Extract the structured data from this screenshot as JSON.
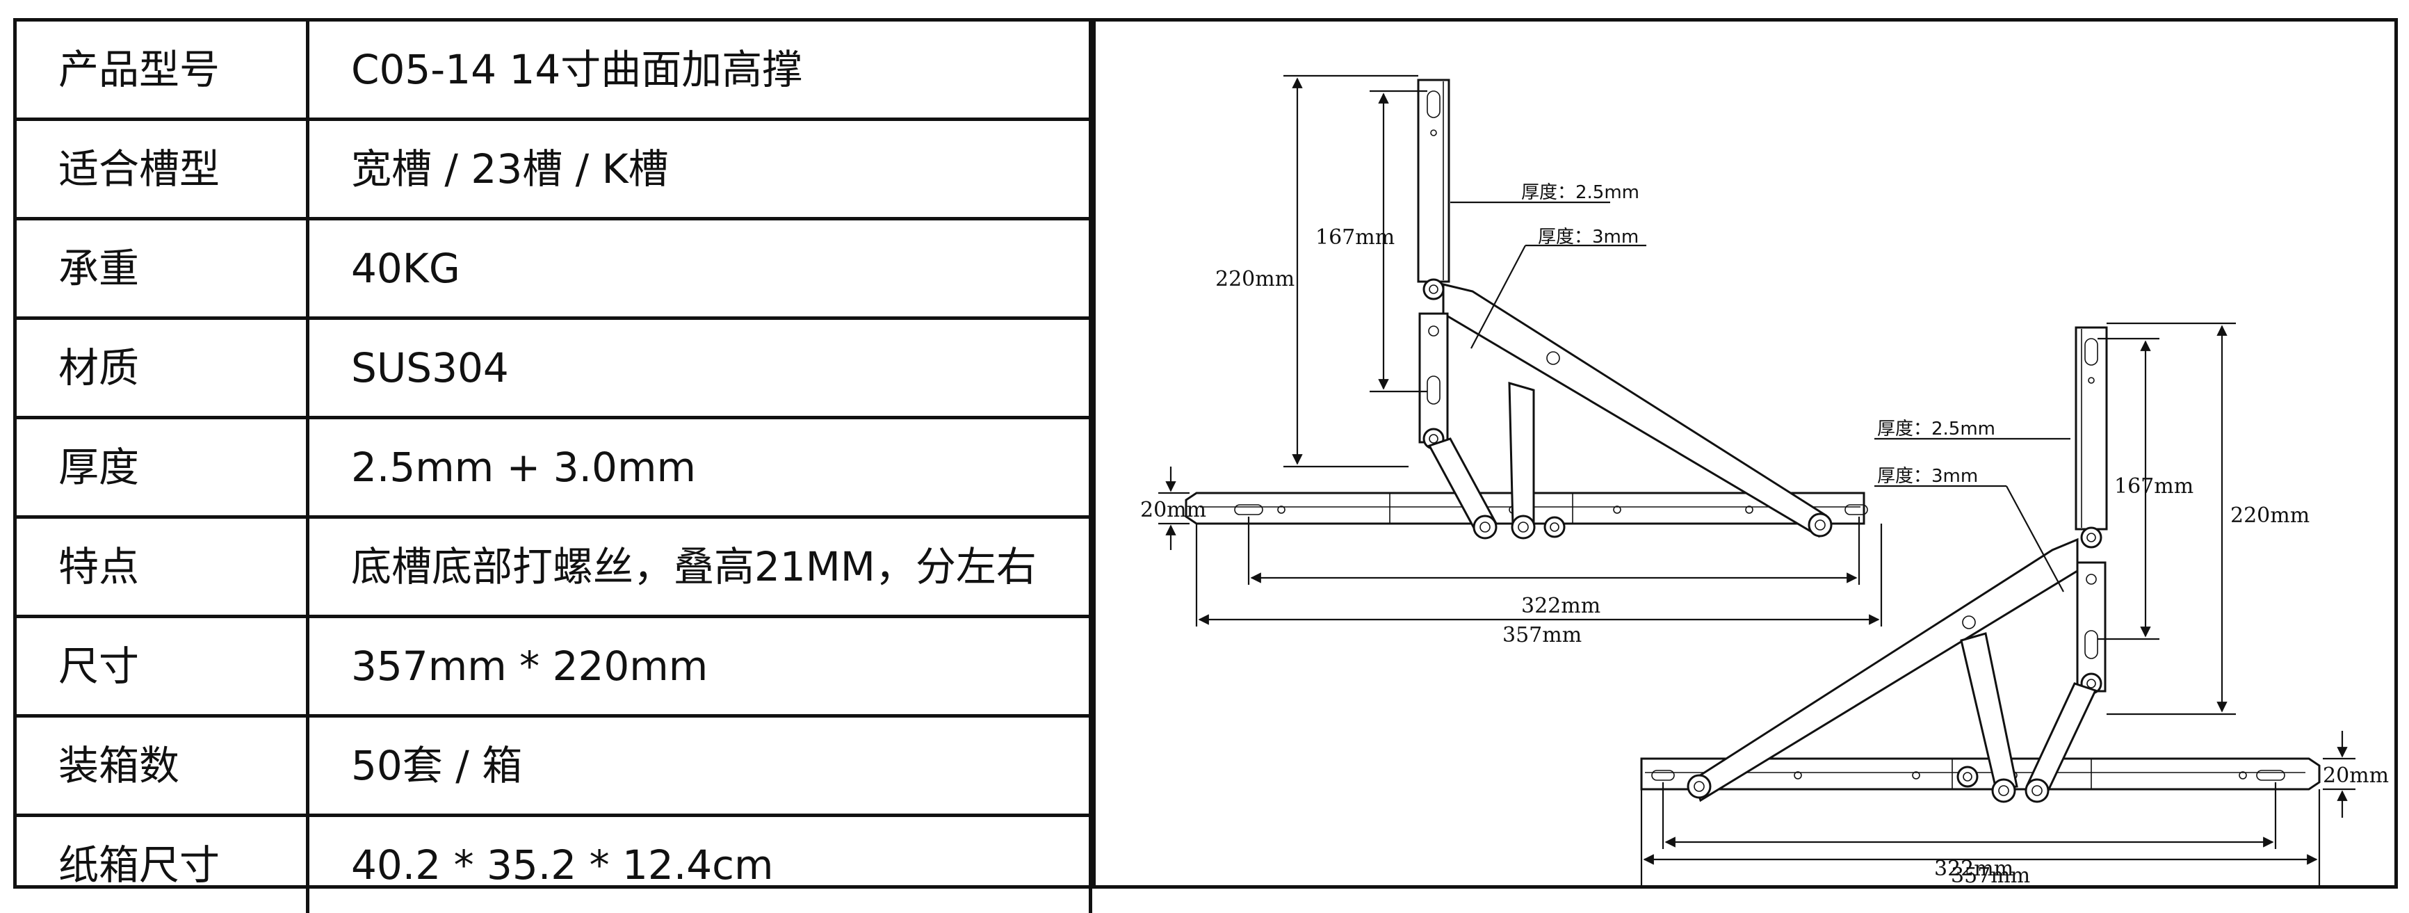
{
  "spec_table": [
    {
      "label": "产品型号",
      "value": "C05-14  14寸曲面加高撑"
    },
    {
      "label": "适合槽型",
      "value": "宽槽 / 23槽 / K槽"
    },
    {
      "label": "承重",
      "value": "40KG"
    },
    {
      "label": "材质",
      "value": "SUS304"
    },
    {
      "label": "厚度",
      "value": "2.5mm + 3.0mm"
    },
    {
      "label": "特点",
      "value": "底槽底部打螺丝，叠高21MM，分左右"
    },
    {
      "label": "尺寸",
      "value": "357mm * 220mm"
    },
    {
      "label": "装箱数",
      "value": "50套 / 箱"
    },
    {
      "label": "纸箱尺寸",
      "value": "40.2 * 35.2 * 12.4cm"
    }
  ],
  "drawing_left": {
    "height_total": "220mm",
    "height_slot": "167mm",
    "base_height": "20mm",
    "width_inner": "322mm",
    "width_total": "357mm",
    "thickness_upper": "厚度：2.5mm",
    "thickness_arm": "厚度：3mm"
  },
  "drawing_right": {
    "height_total": "220mm",
    "height_slot": "167mm",
    "base_height": "20mm",
    "width_inner": "322mm",
    "width_total": "357mm",
    "thickness_upper": "厚度：2.5mm",
    "thickness_arm": "厚度：3mm"
  }
}
